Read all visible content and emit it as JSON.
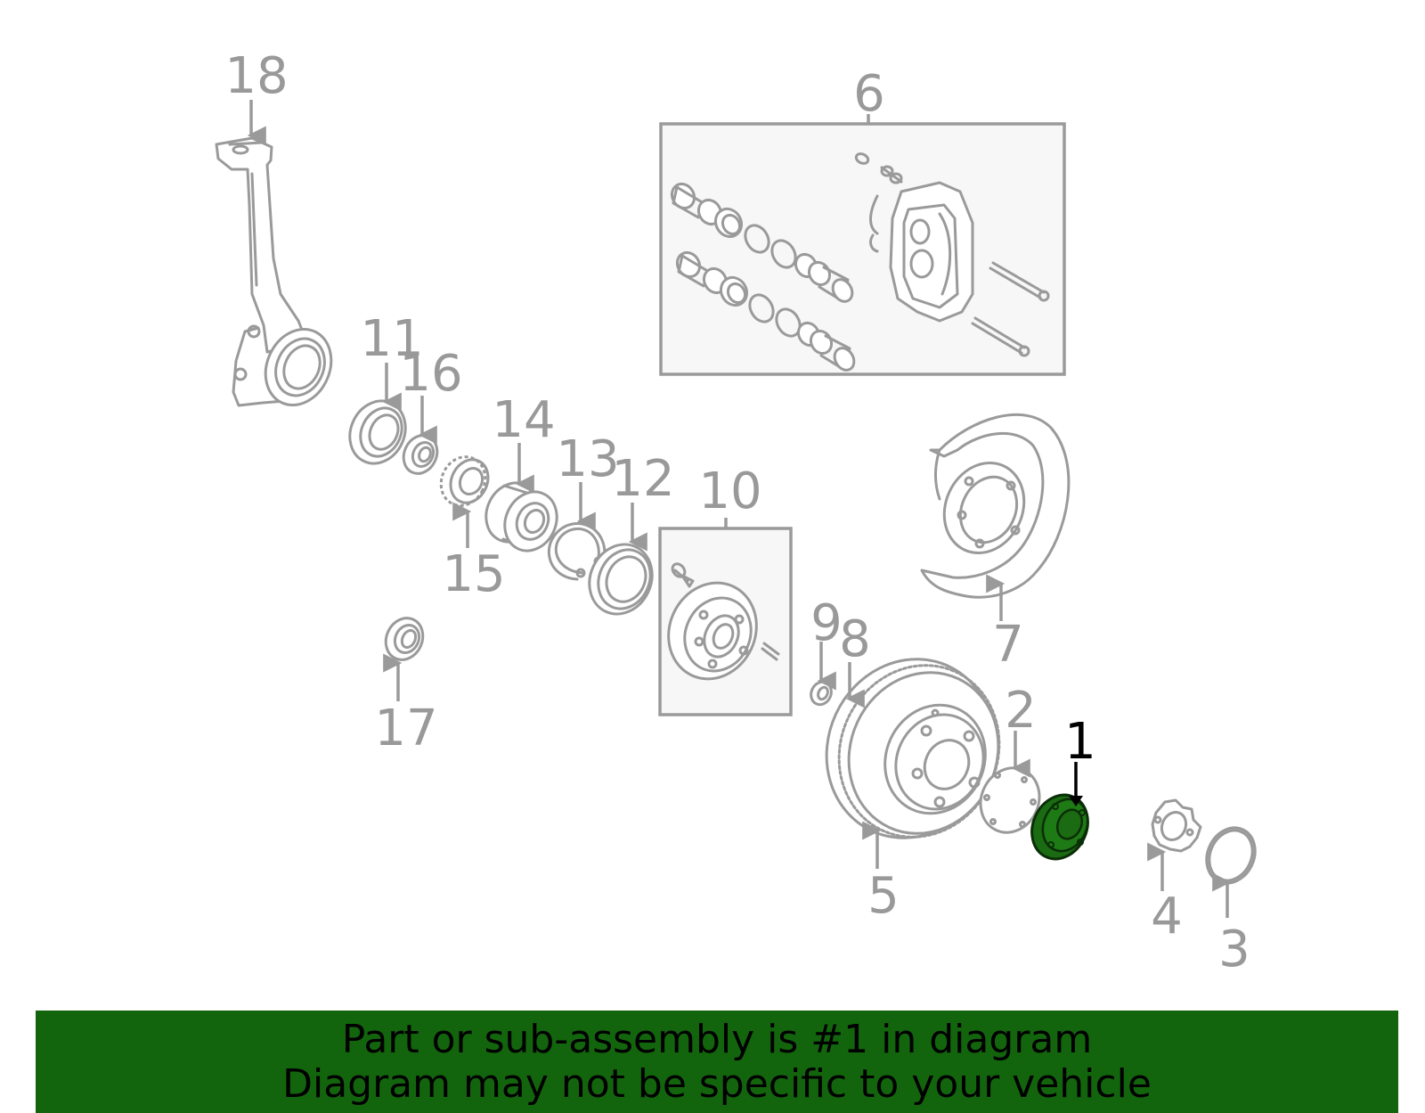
{
  "callouts": {
    "c1": "1",
    "c2": "2",
    "c3": "3",
    "c4": "4",
    "c5": "5",
    "c6": "6",
    "c7": "7",
    "c8": "8",
    "c9": "9",
    "c10": "10",
    "c11": "11",
    "c12": "12",
    "c13": "13",
    "c14": "14",
    "c15": "15",
    "c16": "16",
    "c17": "17",
    "c18": "18"
  },
  "highlighted_part": "1",
  "colors": {
    "highlight": "#1a6b12",
    "banner": "#13650d",
    "linework": "#9a9a9a"
  },
  "banner": {
    "line1": "Part or sub-assembly is #1 in diagram",
    "line2": "Diagram may not be specific to your vehicle"
  }
}
